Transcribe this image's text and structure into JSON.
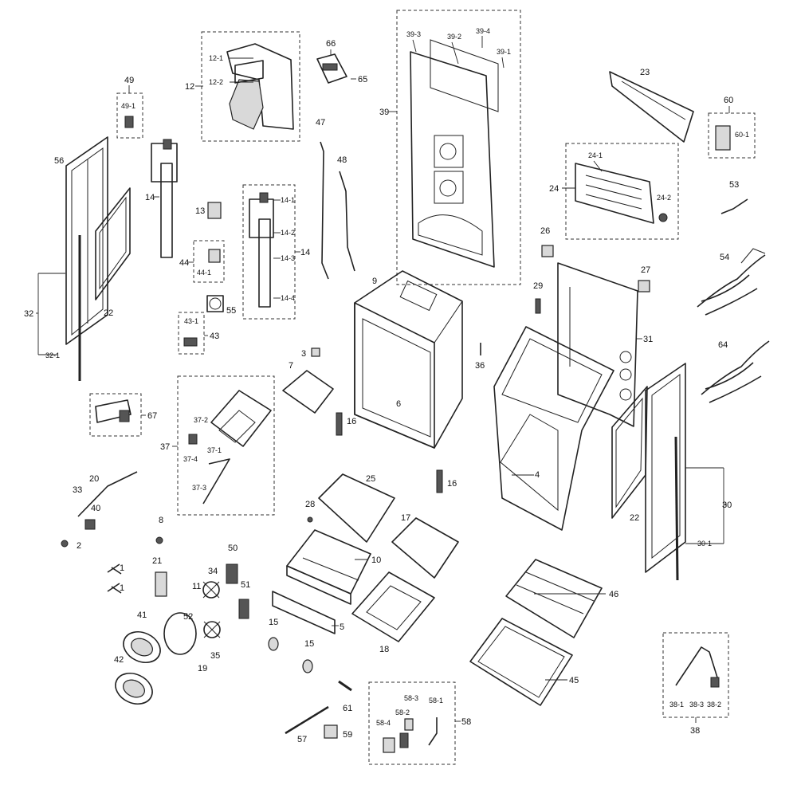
{
  "labels": {
    "l1a": "1",
    "l1b": "1",
    "l2": "2",
    "l3": "3",
    "l4": "4",
    "l5": "5",
    "l6": "6",
    "l7": "7",
    "l8": "8",
    "l9": "9",
    "l10": "10",
    "l11": "11",
    "l12": "12",
    "l12_1": "12-1",
    "l12_2": "12-2",
    "l13": "13",
    "l14a": "14",
    "l14b": "14",
    "l14_1": "14-1",
    "l14_2": "14-2",
    "l14_3": "14-3",
    "l14_4": "14-4",
    "l15a": "15",
    "l15b": "15",
    "l16a": "16",
    "l16b": "16",
    "l17": "17",
    "l18": "18",
    "l19": "19",
    "l20": "20",
    "l21": "21",
    "l22a": "22",
    "l22b": "22",
    "l23": "23",
    "l24": "24",
    "l24_1": "24-1",
    "l24_2": "24-2",
    "l25": "25",
    "l26": "26",
    "l27": "27",
    "l28": "28",
    "l29": "29",
    "l30": "30",
    "l30_1": "30-1",
    "l31": "31",
    "l32": "32",
    "l32_1": "32-1",
    "l33": "33",
    "l34": "34",
    "l35": "35",
    "l36": "36",
    "l37": "37",
    "l37_1": "37-1",
    "l37_2": "37-2",
    "l37_3": "37-3",
    "l37_4": "37-4",
    "l38": "38",
    "l38_1": "38-1",
    "l38_2": "38-2",
    "l38_3": "38-3",
    "l39": "39",
    "l39_1": "39-1",
    "l39_2": "39-2",
    "l39_3": "39-3",
    "l39_4": "39-4",
    "l40": "40",
    "l41": "41",
    "l42": "42",
    "l43": "43",
    "l43_1": "43-1",
    "l44": "44",
    "l44_1": "44-1",
    "l45": "45",
    "l46": "46",
    "l47": "47",
    "l48": "48",
    "l49": "49",
    "l49_1": "49-1",
    "l50": "50",
    "l51": "51",
    "l52": "52",
    "l53": "53",
    "l54": "54",
    "l55": "55",
    "l56": "56",
    "l57": "57",
    "l58": "58",
    "l58_1": "58-1",
    "l58_2": "58-2",
    "l58_3": "58-3",
    "l58_4": "58-4",
    "l59": "59",
    "l60": "60",
    "l60_1": "60-1",
    "l61": "61",
    "l64": "64",
    "l65": "65",
    "l66": "66",
    "l67": "67"
  }
}
